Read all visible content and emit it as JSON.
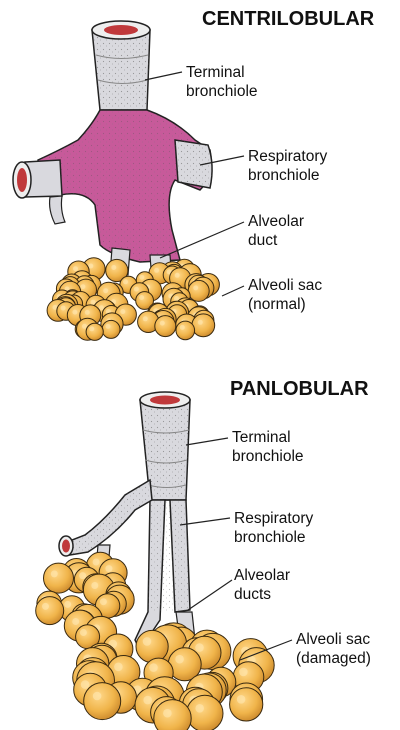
{
  "panels": [
    {
      "title": "CENTRILOBULAR",
      "labels": [
        {
          "line1": "Terminal",
          "line2": "bronchiole"
        },
        {
          "line1": "Respiratory",
          "line2": "bronchiole"
        },
        {
          "line1": "Alveolar",
          "line2": "duct"
        },
        {
          "line1": "Alveoli sac",
          "line2": "(normal)"
        }
      ]
    },
    {
      "title": "PANLOBULAR",
      "labels": [
        {
          "line1": "Terminal",
          "line2": "bronchiole"
        },
        {
          "line1": "Respiratory",
          "line2": "bronchiole"
        },
        {
          "line1": "Alveolar",
          "line2": "ducts"
        },
        {
          "line1": "Alveoli sac",
          "line2": "(damaged)"
        }
      ]
    }
  ],
  "colors": {
    "airway": "#d9d9de",
    "airway_outline": "#222222",
    "inflamed": "#c75a9a",
    "alveoli": "#f0b44a",
    "lumen": "#c0393b"
  }
}
